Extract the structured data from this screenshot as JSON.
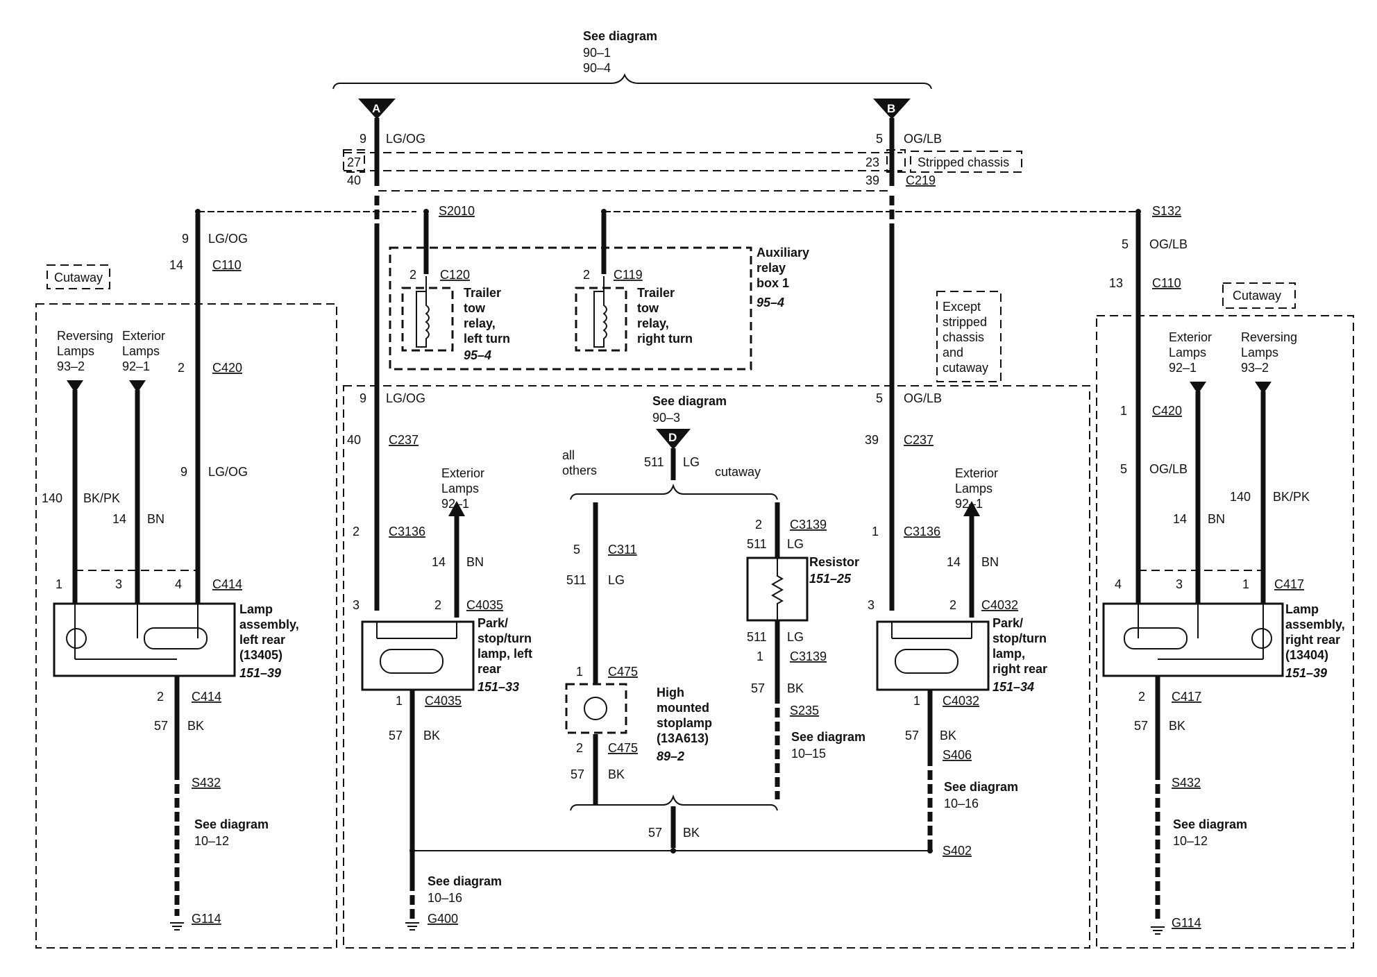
{
  "top": {
    "see_diagram": "See diagram",
    "ref_1": "90–1",
    "ref_2": "90–4",
    "connector_a": "A",
    "connector_b": "B"
  },
  "left_feed": {
    "pin_9": "9",
    "color": "LG/OG",
    "pin_27": "27",
    "pin_40": "40",
    "splice": "S2010"
  },
  "right_feed": {
    "pin_5": "5",
    "color": "OG/LB",
    "pin_23": "23",
    "pin_39": "39",
    "stripped_chassis": "Stripped chassis",
    "c219": "C219",
    "splice": "S132"
  },
  "aux_relay_box": {
    "title_1": "Auxiliary",
    "title_2": "relay",
    "title_3": "box 1",
    "ref": "95–4",
    "left_relay": {
      "pin": "2",
      "connector": "C120",
      "l1": "Trailer",
      "l2": "tow",
      "l3": "relay,",
      "l4": "left turn",
      "ref": "95–4"
    },
    "right_relay": {
      "pin": "2",
      "connector": "C119",
      "l1": "Trailer",
      "l2": "tow",
      "l3": "relay,",
      "l4": "right turn"
    }
  },
  "except_note": [
    "Except",
    "stripped",
    "chassis",
    "and",
    "cutaway"
  ],
  "left_rear": {
    "cutaway": "Cutaway",
    "pin_9": "9",
    "color_lgog": "LG/OG",
    "pin_14": "14",
    "c110": "C110",
    "pin_2": "2",
    "c420": "C420",
    "pin_9b": "9",
    "color_lgog_b": "LG/OG",
    "reversing": "Reversing",
    "lamps": "Lamps",
    "reversing_ref": "93–2",
    "exterior": "Exterior",
    "lamps_b": "Lamps",
    "exterior_ref": "92–1",
    "pin_140": "140",
    "color_bkpk": "BK/PK",
    "pin_14b": "14",
    "color_bn": "BN",
    "pin_1": "1",
    "pin_3": "3",
    "pin_4": "4",
    "c414": "C414",
    "lamp_1": "Lamp",
    "lamp_2": "assembly,",
    "lamp_3": "left rear",
    "lamp_4": "(13405)",
    "lamp_ref": "151–39",
    "pin_2b": "2",
    "c414_b": "C414",
    "pin_57": "57",
    "color_bk": "BK",
    "s432": "S432",
    "see": "See diagram",
    "see_ref": "10–12",
    "g114": "G114"
  },
  "center_left": {
    "pin_9": "9",
    "color": "LG/OG",
    "pin_40": "40",
    "c237": "C237",
    "ext": "Exterior",
    "ext2": "Lamps",
    "ext_ref": "92–1",
    "pin_2": "2",
    "c3136": "C3136",
    "pin_14": "14",
    "color_bn": "BN",
    "pin_3": "3",
    "pin_2b": "2",
    "c4035": "C4035",
    "lamp_1": "Park/",
    "lamp_2": "stop/turn",
    "lamp_3": "lamp, left",
    "lamp_4": "rear",
    "lamp_ref": "151–33",
    "pin_1": "1",
    "c4035_b": "C4035",
    "pin_57": "57",
    "color_bk": "BK",
    "see": "See diagram",
    "see_ref": "10–16",
    "g400": "G400"
  },
  "center": {
    "see": "See diagram",
    "see_ref": "90–3",
    "connector_d": "D",
    "pin_511": "511",
    "color_lg": "LG",
    "all_others_1": "all",
    "all_others_2": "others",
    "cutaway": "cutaway",
    "pin_5": "5",
    "c311": "C311",
    "pin_511b": "511",
    "color_lg_b": "LG",
    "pin_1": "1",
    "c475": "C475",
    "hms_1": "High",
    "hms_2": "mounted",
    "hms_3": "stoplamp",
    "hms_4": "(13A613)",
    "hms_ref": "89–2",
    "pin_2": "2",
    "c475_b": "C475",
    "pin_57": "57",
    "color_bk": "BK",
    "r_pin_2": "2",
    "c3139": "C3139",
    "r_pin_511": "511",
    "r_color_lg": "LG",
    "resistor": "Resistor",
    "resistor_ref": "151–25",
    "r_pin_511b": "511",
    "r_color_lg_b": "LG",
    "r_pin_1": "1",
    "c3139_b": "C3139",
    "r_pin_57": "57",
    "r_color_bk": "BK",
    "s235": "S235",
    "r_see": "See diagram",
    "r_see_ref": "10–15",
    "bottom_57": "57",
    "bottom_bk": "BK"
  },
  "center_right": {
    "pin_5": "5",
    "color": "OG/LB",
    "pin_39": "39",
    "c237": "C237",
    "ext": "Exterior",
    "ext2": "Lamps",
    "ext_ref": "92–1",
    "pin_1": "1",
    "c3136": "C3136",
    "pin_14": "14",
    "color_bn": "BN",
    "pin_3": "3",
    "pin_2": "2",
    "c4032": "C4032",
    "lamp_1": "Park/",
    "lamp_2": "stop/turn",
    "lamp_3": "lamp,",
    "lamp_4": "right rear",
    "lamp_ref": "151–34",
    "pin_1b": "1",
    "c4032_b": "C4032",
    "pin_57": "57",
    "color_bk": "BK",
    "s406": "S406",
    "see": "See diagram",
    "see_ref": "10–16",
    "s402": "S402"
  },
  "right_rear": {
    "pin_5": "5",
    "color_oglb": "OG/LB",
    "pin_13": "13",
    "c110": "C110",
    "cutaway": "Cutaway",
    "exterior": "Exterior",
    "lamps": "Lamps",
    "exterior_ref": "92–1",
    "reversing": "Reversing",
    "lamps_b": "Lamps",
    "reversing_ref": "93–2",
    "pin_1": "1",
    "c420": "C420",
    "pin_5b": "5",
    "color_oglb_b": "OG/LB",
    "pin_140": "140",
    "color_bkpk": "BK/PK",
    "pin_14": "14",
    "color_bn": "BN",
    "pin_4": "4",
    "pin_3": "3",
    "pin_1b": "1",
    "c417": "C417",
    "lamp_1": "Lamp",
    "lamp_2": "assembly,",
    "lamp_3": "right rear",
    "lamp_4": "(13404)",
    "lamp_ref": "151–39",
    "pin_2": "2",
    "c417_b": "C417",
    "pin_57": "57",
    "color_bk": "BK",
    "s432": "S432",
    "see": "See diagram",
    "see_ref": "10–12",
    "g114": "G114"
  }
}
